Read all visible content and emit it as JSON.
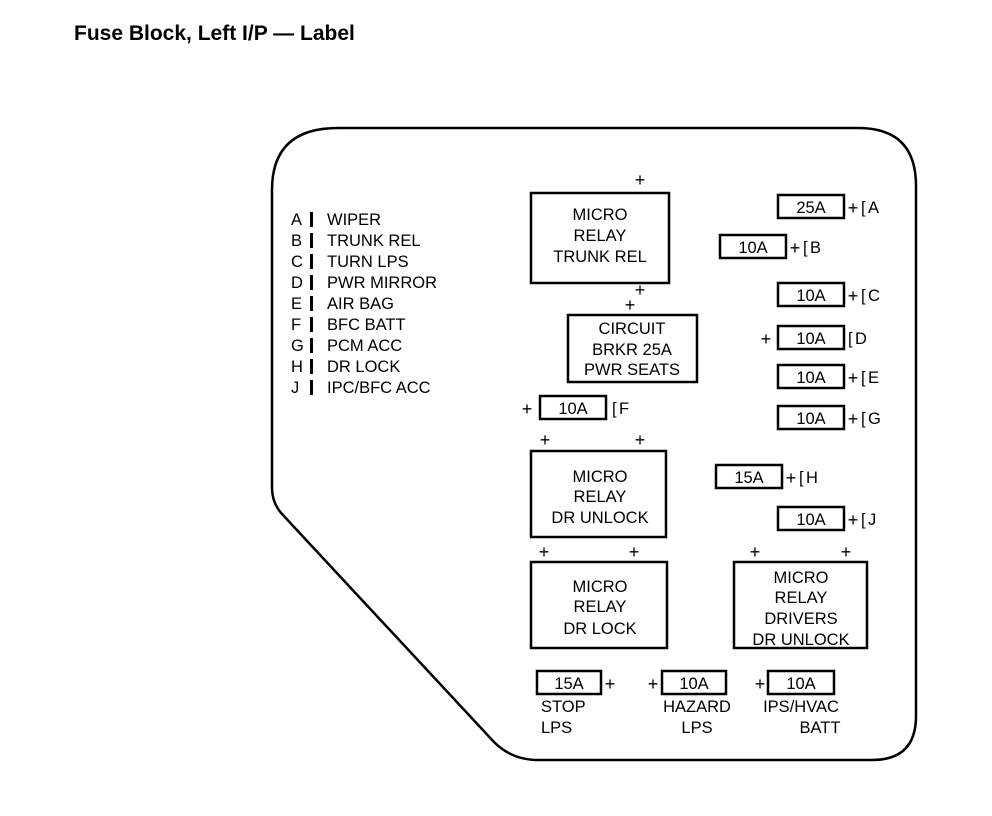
{
  "title": "Fuse Block, Left I/P — Label",
  "legend": [
    {
      "letter": "A",
      "name": "WIPER"
    },
    {
      "letter": "B",
      "name": "TRUNK REL"
    },
    {
      "letter": "C",
      "name": "TURN LPS"
    },
    {
      "letter": "D",
      "name": "PWR MIRROR"
    },
    {
      "letter": "E",
      "name": "AIR BAG"
    },
    {
      "letter": "F",
      "name": "BFC BATT"
    },
    {
      "letter": "G",
      "name": "PCM ACC"
    },
    {
      "letter": "H",
      "name": "DR LOCK"
    },
    {
      "letter": "J",
      "name": "IPC/BFC ACC"
    }
  ],
  "components": {
    "micro_relay_trunk_rel": [
      "MICRO",
      "RELAY",
      "TRUNK REL"
    ],
    "circuit_breaker": [
      "CIRCUIT",
      "BRKR 25A",
      "PWR SEATS"
    ],
    "micro_relay_dr_unlock": [
      "MICRO",
      "RELAY",
      "DR UNLOCK"
    ],
    "micro_relay_dr_lock": [
      "MICRO",
      "RELAY",
      "DR LOCK"
    ],
    "micro_relay_drivers_dr_unlock": [
      "MICRO",
      "RELAY",
      "DRIVERS",
      "DR UNLOCK"
    ]
  },
  "fuses": {
    "A": {
      "rating": "25A",
      "letter": "A"
    },
    "B": {
      "rating": "10A",
      "letter": "B"
    },
    "C": {
      "rating": "10A",
      "letter": "C"
    },
    "D": {
      "rating": "10A",
      "letter": "D"
    },
    "E": {
      "rating": "10A",
      "letter": "E"
    },
    "F": {
      "rating": "10A",
      "letter": "F"
    },
    "G": {
      "rating": "10A",
      "letter": "G"
    },
    "H": {
      "rating": "15A",
      "letter": "H"
    },
    "J": {
      "rating": "10A",
      "letter": "J"
    },
    "stop_lps": {
      "rating": "15A",
      "label": [
        "STOP",
        "LPS"
      ]
    },
    "hazard_lps": {
      "rating": "10A",
      "label": [
        "HAZARD",
        "LPS"
      ]
    },
    "ips_hvac_batt": {
      "rating": "10A",
      "label": [
        "IPS/HVAC",
        "BATT"
      ]
    }
  },
  "terminal_symbol": "+"
}
